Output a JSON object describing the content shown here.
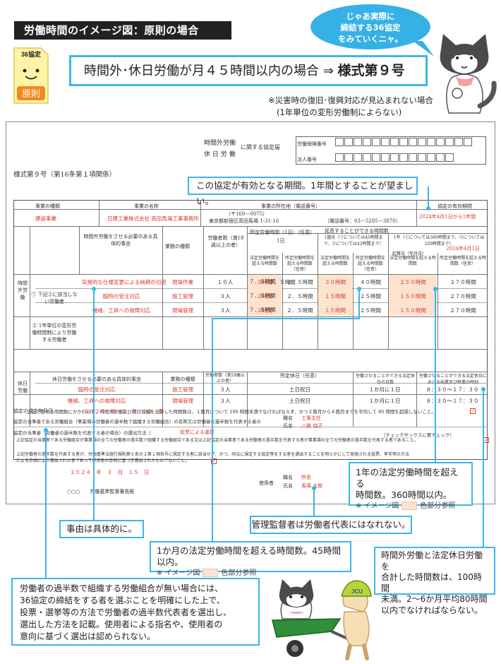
{
  "header": {
    "title": "労働時間のイメージ図：原則の場合",
    "note_label": "36協定",
    "note_badge": "原則",
    "headline_text": "時間外･休日労働が月４５時間以内の場合 ⇒ ",
    "headline_bold": "様式第９号",
    "disaster_line1": "※災害時の復旧･復興対応が見込まれない場合",
    "disaster_line2": "(1年単位の変形労働制によらない)",
    "bubble_line1": "じゃあ実際に",
    "bubble_line2": "締結する36協定",
    "bubble_line3": "をみていくニャ。"
  },
  "form": {
    "doc_title_top": "時間外労働",
    "doc_title_bottom": "休 日 労 働",
    "doc_title_suffix": "に関する協定届",
    "ins_label": "労働保険番号",
    "corp_label": "法人番号",
    "style_label": "様式第９号（第16条第１項関係）",
    "col_business_type": "事業の種類",
    "col_business_name": "事業の名称",
    "col_address": "事業の所在地（電話番号）",
    "col_period": "協定の有効期間",
    "business_type": "建設事業",
    "business_name": "日建工業株式会社 高田馬場工事事務所",
    "postal": "（〒169－0075）",
    "address": "東京都新宿区高田馬場 1-31-16",
    "phone": "（電話番号：03－5285－3870）",
    "period": "2024年4月1日から1年間",
    "extend_label": "延長することができる時間数",
    "side_overtime": "時間外労働",
    "h_reason": "時間外労働をさせる必要のある具体的事由",
    "h_work": "業務の種類",
    "h_workers": "労働者数（満18歳以上の者）",
    "h_fixed": "所定労働時間（1日）（任意）",
    "h_day": "1日",
    "h_month": "1箇月（①については45時間まで、②については42時間まで）",
    "h_year": "1年（①については360時間まで、②については320時間まで）",
    "h_start_label": "起算日（年月日）",
    "h_start": "2024年4月1日",
    "h_legal": "法定労働時間を超える時間数",
    "h_fixed_over": "所定労働時間を超える時間数（任意）",
    "group1": "① 下記②に該当しない労働者",
    "group2": "② 1年単位の変形労働時間制により労働する労働者",
    "rows": [
      {
        "reason": "突発的な仕様変更による納期の切迫",
        "work": "現場作業",
        "workers": "１０人",
        "fixed": "７．５時間",
        "day_legal": "３時間",
        "day_fixed": "２．５時間",
        "mon_legal": "３０時間",
        "mon_fixed": "４０時間",
        "year_legal": "２５０時間",
        "year_fixed": "３７０時間"
      },
      {
        "reason": "臨時の受注対応",
        "work": "施工管理",
        "workers": "３人",
        "fixed": "７．５時間",
        "day_legal": "２時間",
        "day_fixed": "２．５時間",
        "mon_legal": "１５時間",
        "mon_fixed": "２５時間",
        "year_legal": "１５０時間",
        "year_fixed": "２７０時間"
      },
      {
        "reason": "機械、工具への故障対応",
        "work": "現場管理",
        "workers": "３人",
        "fixed": "７．５時間",
        "day_legal": "２時間",
        "day_fixed": "２．５時間",
        "mon_legal": "１５時間",
        "mon_fixed": "２５時間",
        "year_legal": "１５０時間",
        "year_fixed": "２７０時間"
      }
    ],
    "side_holiday": "休日労働",
    "hh_reason": "休日労働をさせる必要のある具体的事由",
    "hh_work": "業務の種類",
    "hh_workers": "労働者数（満18歳以上の者）",
    "hh_holiday": "所定休日（任意）",
    "hh_days": "労働させることができる法定休日の日数",
    "hh_hours": "労働させることができる法定休日における始業及び終業の時刻",
    "holiday_rows": [
      {
        "reason": "臨時の受注対応",
        "work": "施工管理",
        "workers": "３人",
        "holiday": "土日祝日",
        "days": "１か月に１日",
        "hours": "８：３０～１７：３０"
      },
      {
        "reason": "機械、工具への故障対応",
        "work": "現場管理",
        "workers": "３人",
        "holiday": "土日祝日",
        "days": "１か月に１日",
        "hours": "８：３０～１７：３０"
      }
    ],
    "limit_text": "上記で定める時間数にかかわらず、時間外労働及び休日労働を合算した時間数は、１箇月について 100 時間未満でなければならず、かつ２箇月から６箇月までを平均して 80 時間を超過しないこと。",
    "checkbox_note": "（チェックボックスに要チェック）",
    "concluded": "協定の成立年月日",
    "concluded_date": "２０２４　年　３　月　１２　日",
    "union_text": "協定の当事者である労働組合（事業場の労働者の過半数で組織する労働組合）の名称又は労働者の過半数を代表する者の",
    "pos_label": "職名",
    "name_label": "氏名",
    "rep_pos": "工事主任",
    "rep_name": "八鍬 協子",
    "elect_text": "協定の当事者（労働者の過半数を代表する者の場合）の選出方法（",
    "elect_method": "投票による選挙",
    "confirm1": "上記協定の当事者である労働組合が事業場の全ての労働者の過半数で組織する労働組合である又は上記協定の当事者である労働者の過半数を代表する者が事業場の全ての労働者の過半数を代表する者であること。",
    "confirm2": "上記労働者の過半数を代表する者が、労働基準法施行規則第６条の２第１項各号に規定する者に該当せず、かつ、同法に規定する協定等をする者を選出することを明らかにして実施される投票、挙手等の方法による手続により選出された者であって使用者の意向に基づき選出されたものでないこと。",
    "submit_date": "２０２４　年　３　月　１５　日",
    "employer_label": "使用者",
    "emp_pos": "所長",
    "emp_name": "馬場 太郎",
    "office": "○○○　　労働基準監督署長殿"
  },
  "callouts": {
    "period_note": "この協定が有効となる期間。1年間とすることが望ましい。",
    "reason_note": "事由は具体的に。",
    "manager_note": "管理監督者は労働者代表にはなれない。",
    "year_note_line1": "1年の法定労働時間を超える",
    "year_note_line2": "時間数。360時間以内。",
    "month_note": "1か月の法定労働時間を超える時間数。45時間以内。",
    "image_ref": "※ イメージ図",
    "color_ref": "色部分参照",
    "combined_line1": "時間外労働と法定休日労働を",
    "combined_line2": "合計した時間数は、100時間",
    "combined_line3": "未満。2～6か月平均80時間",
    "combined_line4": "以内でなければならない。",
    "union_line1": "労働者の過半数で組織する労働組合が無い場合には、",
    "union_line2": "36協定の締結をする者を選ぶことを明確にした上で、",
    "union_line3": "投票・選挙等の方法で労働者の過半数代表者を選出し、",
    "union_line4": "選出した方法を記載。使用者による指名や、使用者の",
    "union_line5": "意向に基づく選出は認められない。",
    "helmet_text": "JCU"
  },
  "colors": {
    "accent_blue": "#3ab7ea",
    "form_red": "#d93a2b",
    "highlight_peach": "#fbe3cf",
    "note_yellow": "#fff3a8",
    "badge_orange": "#f08a1c"
  }
}
